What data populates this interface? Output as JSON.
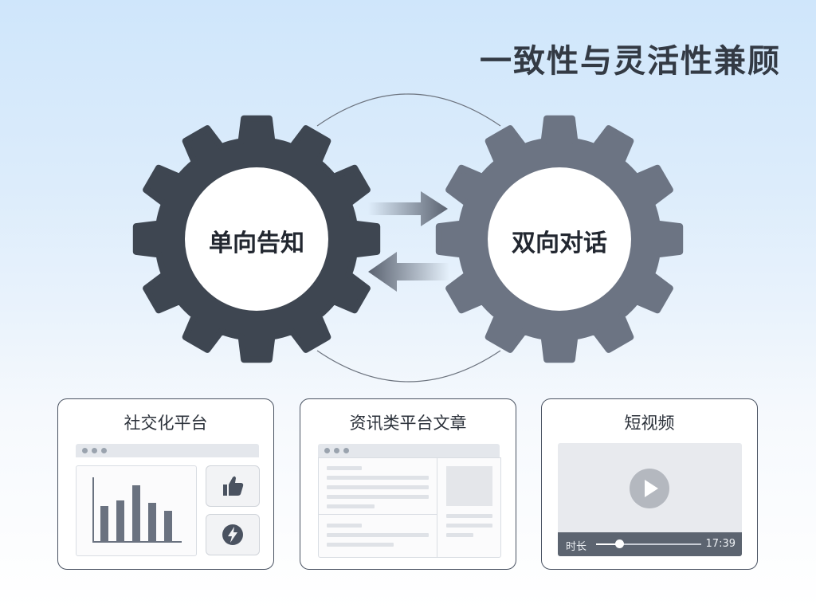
{
  "title": "一致性与灵活性兼顾",
  "gears": {
    "left": {
      "label": "单向告知",
      "color": "#3e4651"
    },
    "right": {
      "label": "双向对话",
      "color": "#6c7483"
    }
  },
  "cards": [
    {
      "title": "社交化平台",
      "bar_chart_values": [
        44,
        51,
        70,
        48,
        38
      ]
    },
    {
      "title": "资讯类平台文章"
    },
    {
      "title": "短视频",
      "video": {
        "duration_label": "时长",
        "time": "17:39",
        "progress": 0.22
      }
    }
  ]
}
